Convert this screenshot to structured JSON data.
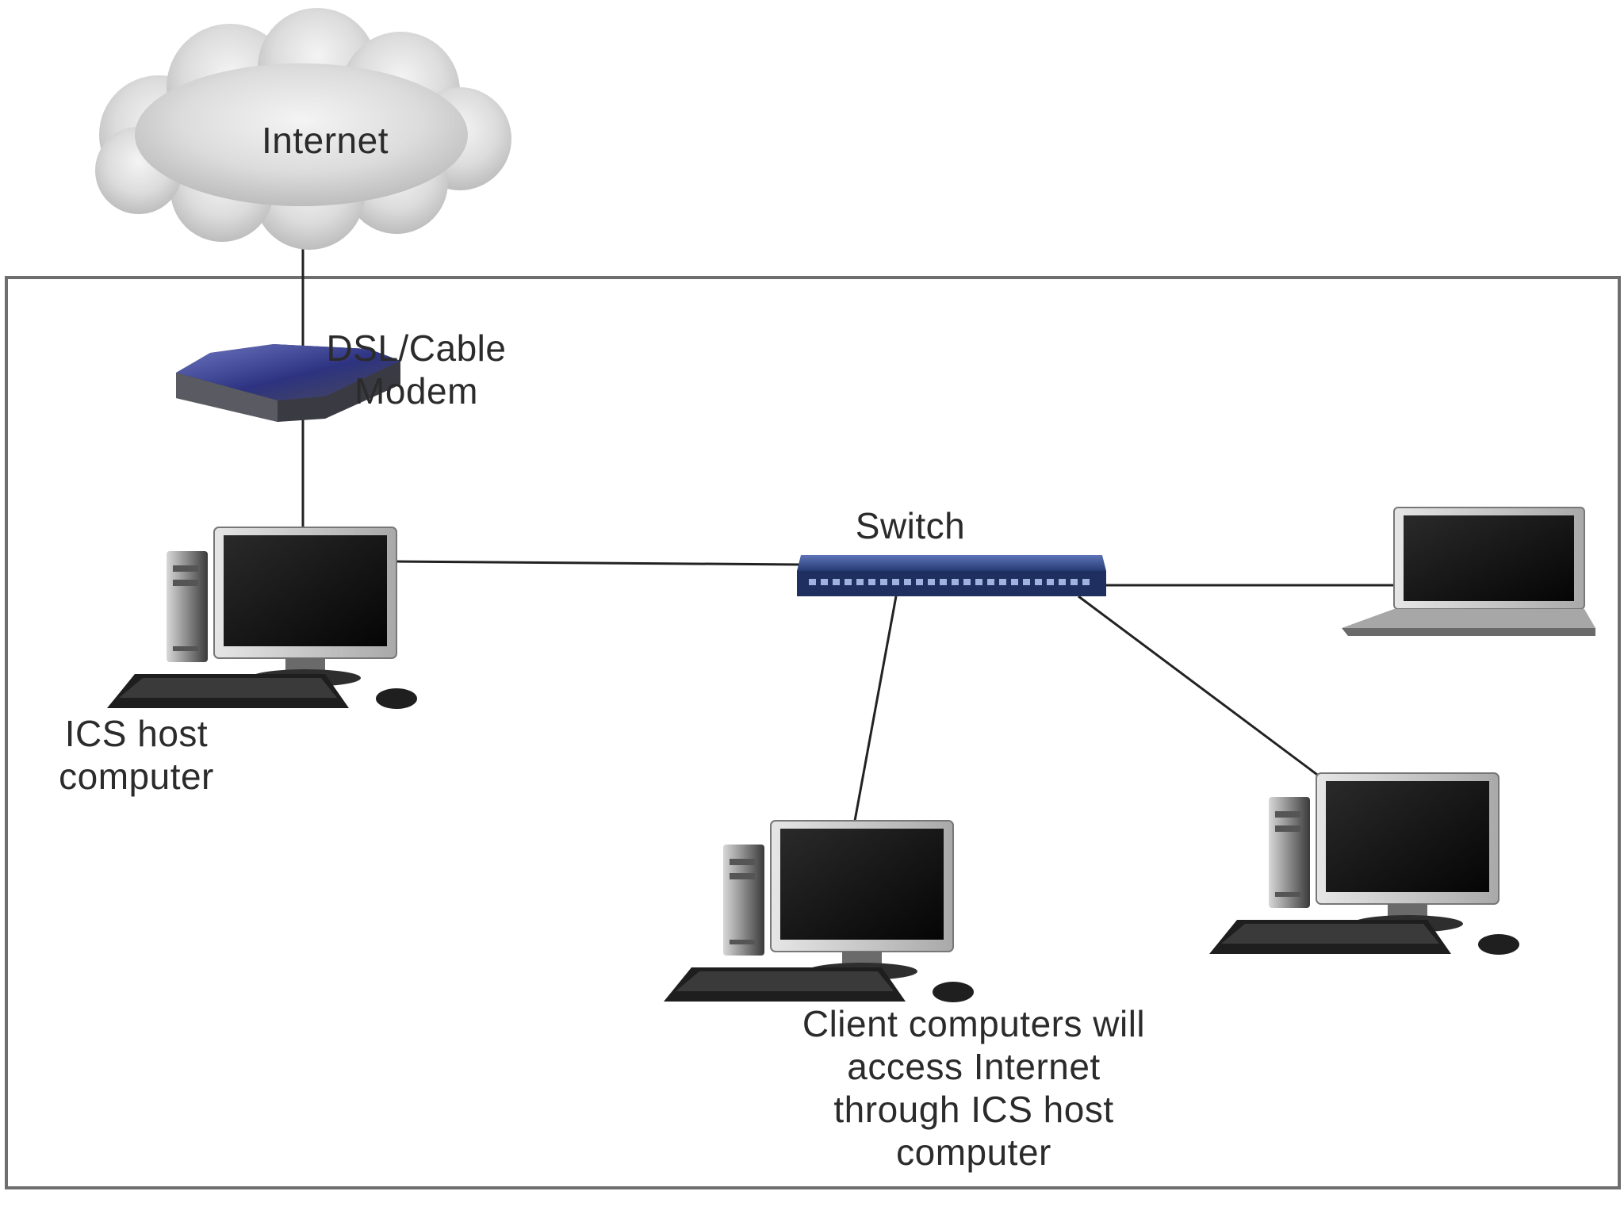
{
  "nodes": {
    "internet": {
      "label": "Internet",
      "icon": "cloud-icon"
    },
    "modem": {
      "label_lines": [
        "DSL/Cable",
        "Modem"
      ],
      "icon": "modem-icon"
    },
    "switch": {
      "label": "Switch",
      "icon": "switch-icon"
    },
    "host": {
      "label_lines": [
        "ICS host",
        "computer"
      ],
      "icon": "desktop-computer-icon"
    },
    "laptop": {
      "icon": "laptop-icon"
    },
    "client_1": {
      "icon": "desktop-computer-icon"
    },
    "client_2": {
      "icon": "desktop-computer-icon"
    }
  },
  "clients_caption": {
    "lines": [
      "Client computers will",
      "access Internet",
      "through ICS host",
      "computer"
    ]
  },
  "links": [
    [
      "internet",
      "modem"
    ],
    [
      "modem",
      "host"
    ],
    [
      "host",
      "switch"
    ],
    [
      "switch",
      "laptop"
    ],
    [
      "switch",
      "client_1"
    ],
    [
      "switch",
      "client_2"
    ]
  ],
  "colors": {
    "line": "#222222",
    "frame": "#6e6e6e",
    "cloud": "#d6d6d6",
    "modem_top": "#3a3f8f",
    "switch_body": "#3b4f8c",
    "screen": "#0c0c0c",
    "bezel": "#c9c9c9"
  }
}
